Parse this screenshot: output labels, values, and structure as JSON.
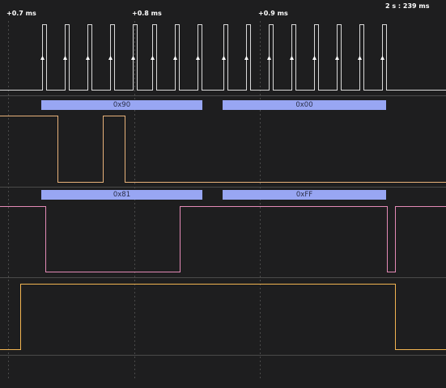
{
  "header": {
    "capture_time": "2 s : 239 ms"
  },
  "timeline": {
    "labels": [
      "+0.7 ms",
      "+0.8 ms",
      "+0.9 ms"
    ]
  },
  "colors": {
    "background": "#1e1e1f",
    "clock_channel": "#d9d9d9",
    "mosi_channel": "#e8b27a",
    "miso_channel": "#e48ab6",
    "enable_channel": "#f2b451",
    "bus_decode": "#98a6f3",
    "separator": "#4a4a4a"
  },
  "channels": [
    {
      "id": "clock",
      "icon": "rising-edge-arrow-icon",
      "level_sequence": "low, 16 high pulses with rising-edge markers, low"
    },
    {
      "id": "mosi",
      "decoded_bytes": [
        "0x90",
        "0x00"
      ],
      "level_sequence": "high, low, high pulse, low"
    },
    {
      "id": "miso",
      "decoded_bytes": [
        "0x81",
        "0xFF"
      ],
      "level_sequence": "high, low, high, low pulse, high"
    },
    {
      "id": "enable",
      "level_sequence": "low, high, low"
    }
  ]
}
